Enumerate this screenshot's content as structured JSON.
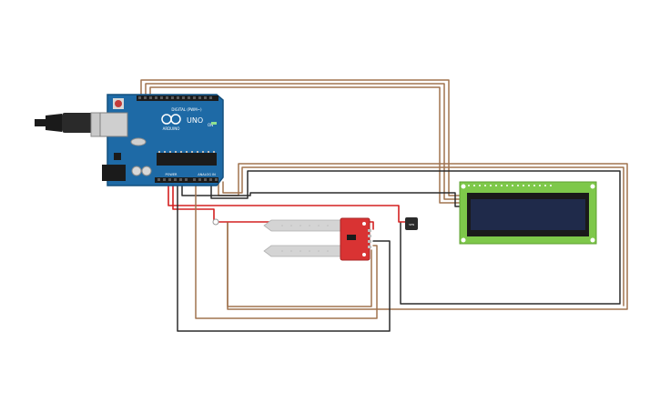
{
  "arduino": {
    "logo_text": "ARDUINO",
    "model": "UNO",
    "digital_label": "DIGITAL (PWM~)",
    "analog_label": "ANALOG IN",
    "power_label": "POWER",
    "on_label": "ON"
  },
  "sensor": {
    "label": "SEN"
  },
  "colors": {
    "board_blue": "#1e6aa6",
    "board_edge": "#14507f",
    "wire_brown": "#a0734f",
    "wire_black": "#2b2b2b",
    "wire_red": "#d32020",
    "sensor_red": "#d93333",
    "lcd_green": "#7ec84a",
    "lcd_screen": "#1f2a4a",
    "probe_grey": "#d4d4d4"
  }
}
